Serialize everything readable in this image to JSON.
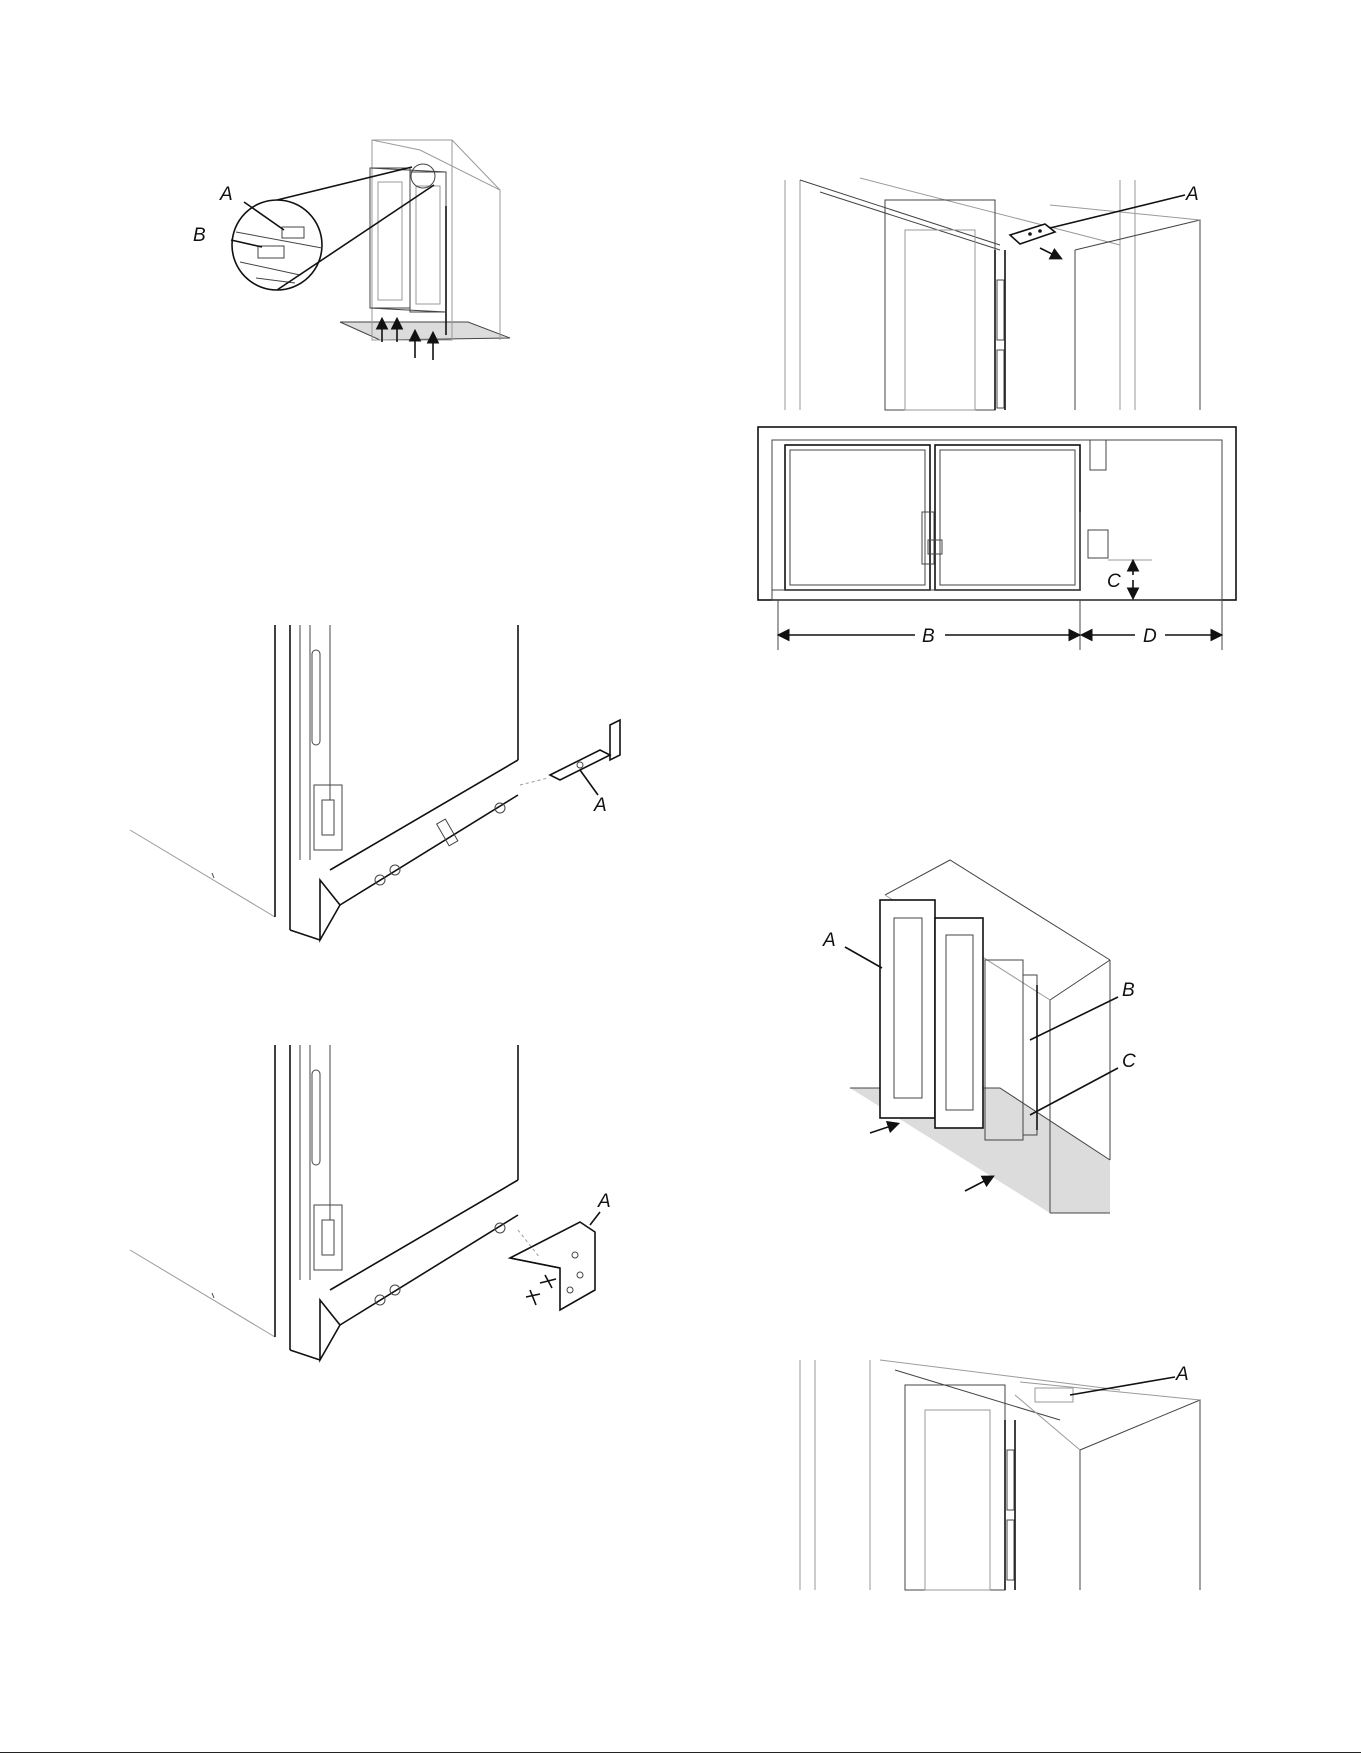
{
  "figures": [
    {
      "id": "fig1",
      "labels": [
        "A",
        "B"
      ]
    },
    {
      "id": "fig2",
      "labels": [
        "A"
      ]
    },
    {
      "id": "fig3",
      "labels": [
        "B",
        "C",
        "D"
      ]
    },
    {
      "id": "fig4",
      "labels": [
        "A"
      ]
    },
    {
      "id": "fig5",
      "labels": [
        "A"
      ]
    },
    {
      "id": "fig6",
      "labels": [
        "A",
        "B",
        "C"
      ]
    },
    {
      "id": "fig7",
      "labels": [
        "A"
      ]
    }
  ]
}
